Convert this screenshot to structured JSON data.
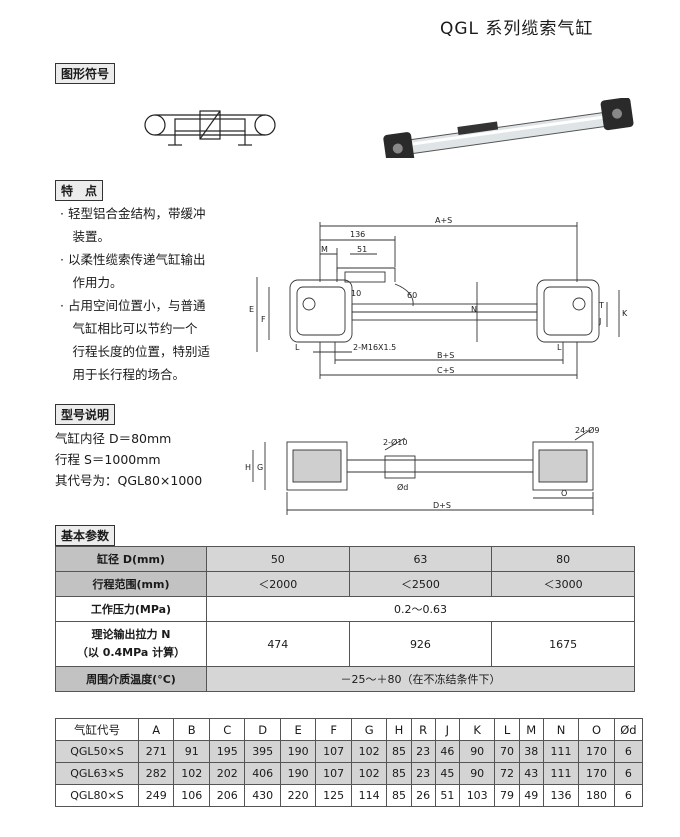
{
  "title": "QGL 系列缆索气缸",
  "sections": {
    "symbol": "图形符号",
    "features": "特　点",
    "model": "型号说明",
    "params": "基本参数"
  },
  "features": [
    "· 轻型铝合金结构，带缓冲",
    "　装置。",
    "· 以柔性缆索传递气缸输出",
    "　作用力。",
    "· 占用空间位置小，与普通",
    "　气缸相比可以节约一个",
    "　行程长度的位置，特别适",
    "　用于长行程的场合。"
  ],
  "model": {
    "bore": "气缸内径 D＝80mm",
    "stroke": "行程 S＝1000mm",
    "code": "其代号为：QGL80×1000"
  },
  "drawing1": {
    "dims": [
      "A+S",
      "136",
      "M",
      "51",
      "10",
      "60",
      "E",
      "F",
      "N",
      "T",
      "J",
      "K",
      "L",
      "2-M16X1.5",
      "L",
      "B+S",
      "C+S"
    ]
  },
  "drawing2": {
    "dims": [
      "2-Ø10",
      "24-Ø9",
      "H",
      "G",
      "Ød",
      "O",
      "D+S"
    ]
  },
  "params_table": {
    "rows": [
      {
        "label": "缸径 D(mm)",
        "cells": [
          "50",
          "63",
          "80"
        ]
      },
      {
        "label": "行程范围(mm)",
        "cells": [
          "＜2000",
          "＜2500",
          "＜3000"
        ]
      },
      {
        "label": "工作压力(MPa)",
        "span": "0.2～0.63"
      },
      {
        "label": "理论输出拉力 N",
        "label2": "（以 0.4MPa 计算）",
        "cells": [
          "474",
          "926",
          "1675"
        ]
      },
      {
        "label": "周围介质温度(°C)",
        "span": "－25～＋80（在不冻结条件下）"
      }
    ]
  },
  "dims_table": {
    "header": [
      "气缸代号",
      "A",
      "B",
      "C",
      "D",
      "E",
      "F",
      "G",
      "H",
      "R",
      "J",
      "K",
      "L",
      "M",
      "N",
      "O",
      "Ød"
    ],
    "rows": [
      [
        "QGL50×S",
        "271",
        "91",
        "195",
        "395",
        "190",
        "107",
        "102",
        "85",
        "23",
        "46",
        "90",
        "70",
        "38",
        "111",
        "170",
        "6"
      ],
      [
        "QGL63×S",
        "282",
        "102",
        "202",
        "406",
        "190",
        "107",
        "102",
        "85",
        "23",
        "45",
        "90",
        "72",
        "43",
        "111",
        "170",
        "6"
      ],
      [
        "QGL80×S",
        "249",
        "106",
        "206",
        "430",
        "220",
        "125",
        "114",
        "85",
        "26",
        "51",
        "103",
        "79",
        "49",
        "136",
        "180",
        "6"
      ]
    ]
  }
}
